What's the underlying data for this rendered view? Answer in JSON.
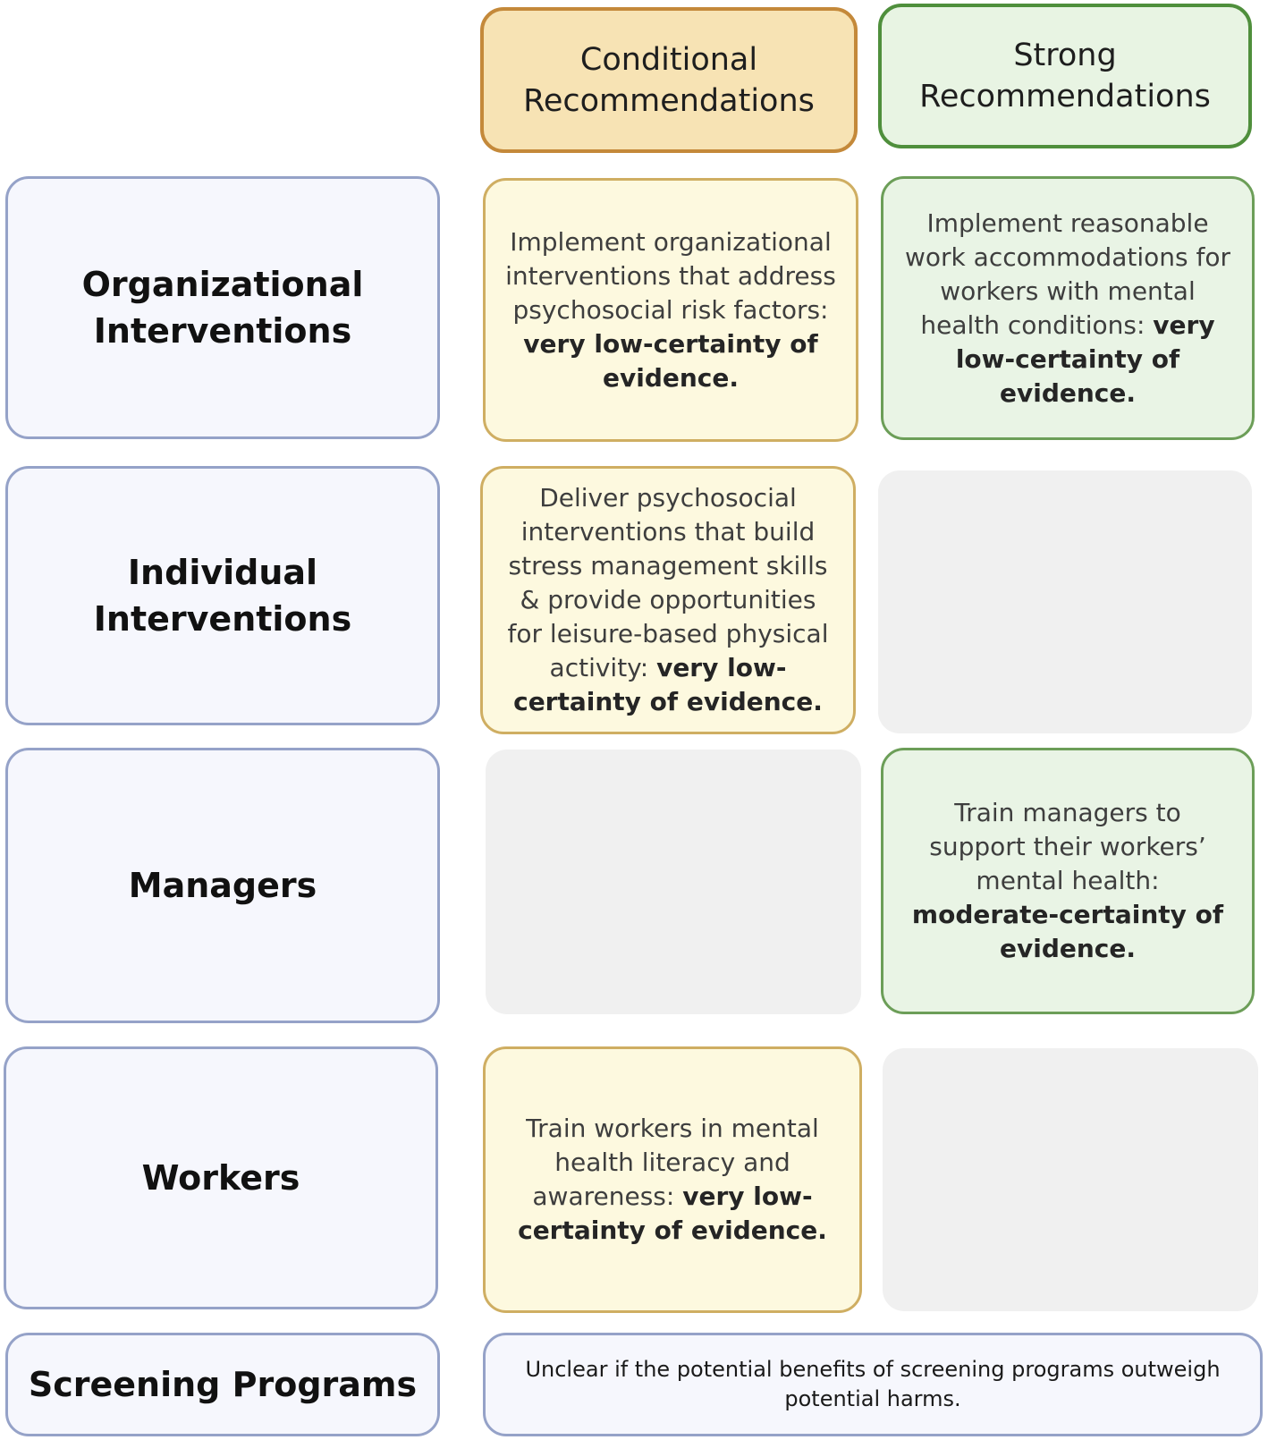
{
  "columns": {
    "conditional": {
      "line1": "Conditional",
      "line2": "Recommendations"
    },
    "strong": {
      "line1": "Strong",
      "line2": "Recommendations"
    }
  },
  "rows": {
    "organizational": {
      "line1": "Organizational",
      "line2": "Interventions"
    },
    "individual": {
      "line1": "Individual",
      "line2": "Interventions"
    },
    "managers": {
      "label": "Managers"
    },
    "workers": {
      "label": "Workers"
    },
    "screening": {
      "label": "Screening Programs"
    }
  },
  "cells": {
    "organizational_conditional": {
      "text": "Implement organizational interventions that address psychosocial risk factors:",
      "evidence": "very low-certainty of evidence."
    },
    "organizational_strong": {
      "text": "Implement reasonable work accommodations for workers with mental health conditions:",
      "evidence": "very low-certainty of evidence."
    },
    "individual_conditional": {
      "text": "Deliver psychosocial interventions that build stress management skills & provide opportunities for leisure-based physical activity:",
      "evidence": "very low-certainty of evidence."
    },
    "managers_strong": {
      "text": "Train managers to support their workers’ mental health:",
      "evidence": "moderate-certainty of evidence."
    },
    "workers_conditional": {
      "text": "Train workers in mental health literacy and awareness:",
      "evidence": "very low-certainty of evidence."
    },
    "screening": {
      "text": "Unclear if the potential benefits of screening programs outweigh potential harms."
    }
  }
}
